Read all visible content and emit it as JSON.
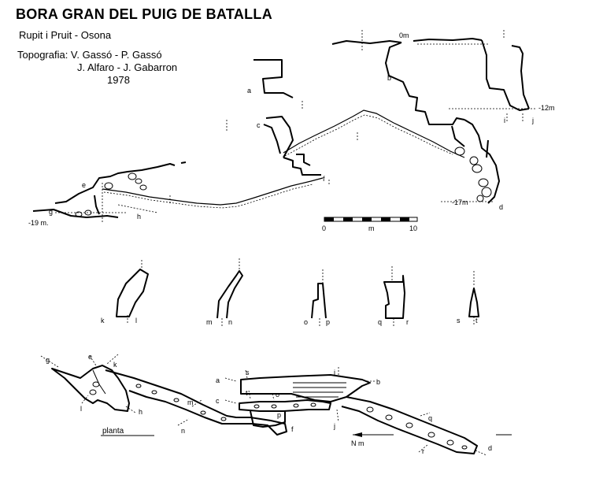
{
  "header": {
    "title": "BORA GRAN DEL PUIG DE BATALLA",
    "subtitle": "Rupit i Pruit - Osona",
    "credit_line1": "Topografia: V. Gassó - P. Gassó",
    "credit_line2": "J. Alfaro - J. Gabarron",
    "year": "1978"
  },
  "profile": {
    "depth_labels": [
      "0m",
      "-12m",
      "-17m",
      "-19 m."
    ],
    "point_labels": [
      "a",
      "b",
      "c",
      "d",
      "e",
      "f",
      "g",
      "h",
      "i",
      "j"
    ]
  },
  "scale_bar": {
    "label_start": "0",
    "label_unit": "m",
    "label_end": "10"
  },
  "sections": [
    {
      "left": "k",
      "right": "l"
    },
    {
      "left": "m",
      "right": "n"
    },
    {
      "left": "o",
      "right": "p"
    },
    {
      "left": "q",
      "right": "r"
    },
    {
      "left": "s",
      "right": "t"
    }
  ],
  "plan": {
    "label": "planta",
    "north_label": "N m",
    "point_labels": [
      "g",
      "e",
      "k",
      "l",
      "h",
      "m",
      "n",
      "a",
      "s",
      "c",
      "t",
      "o",
      "p",
      "f",
      "i",
      "j",
      "b",
      "q",
      "r",
      "d"
    ]
  }
}
